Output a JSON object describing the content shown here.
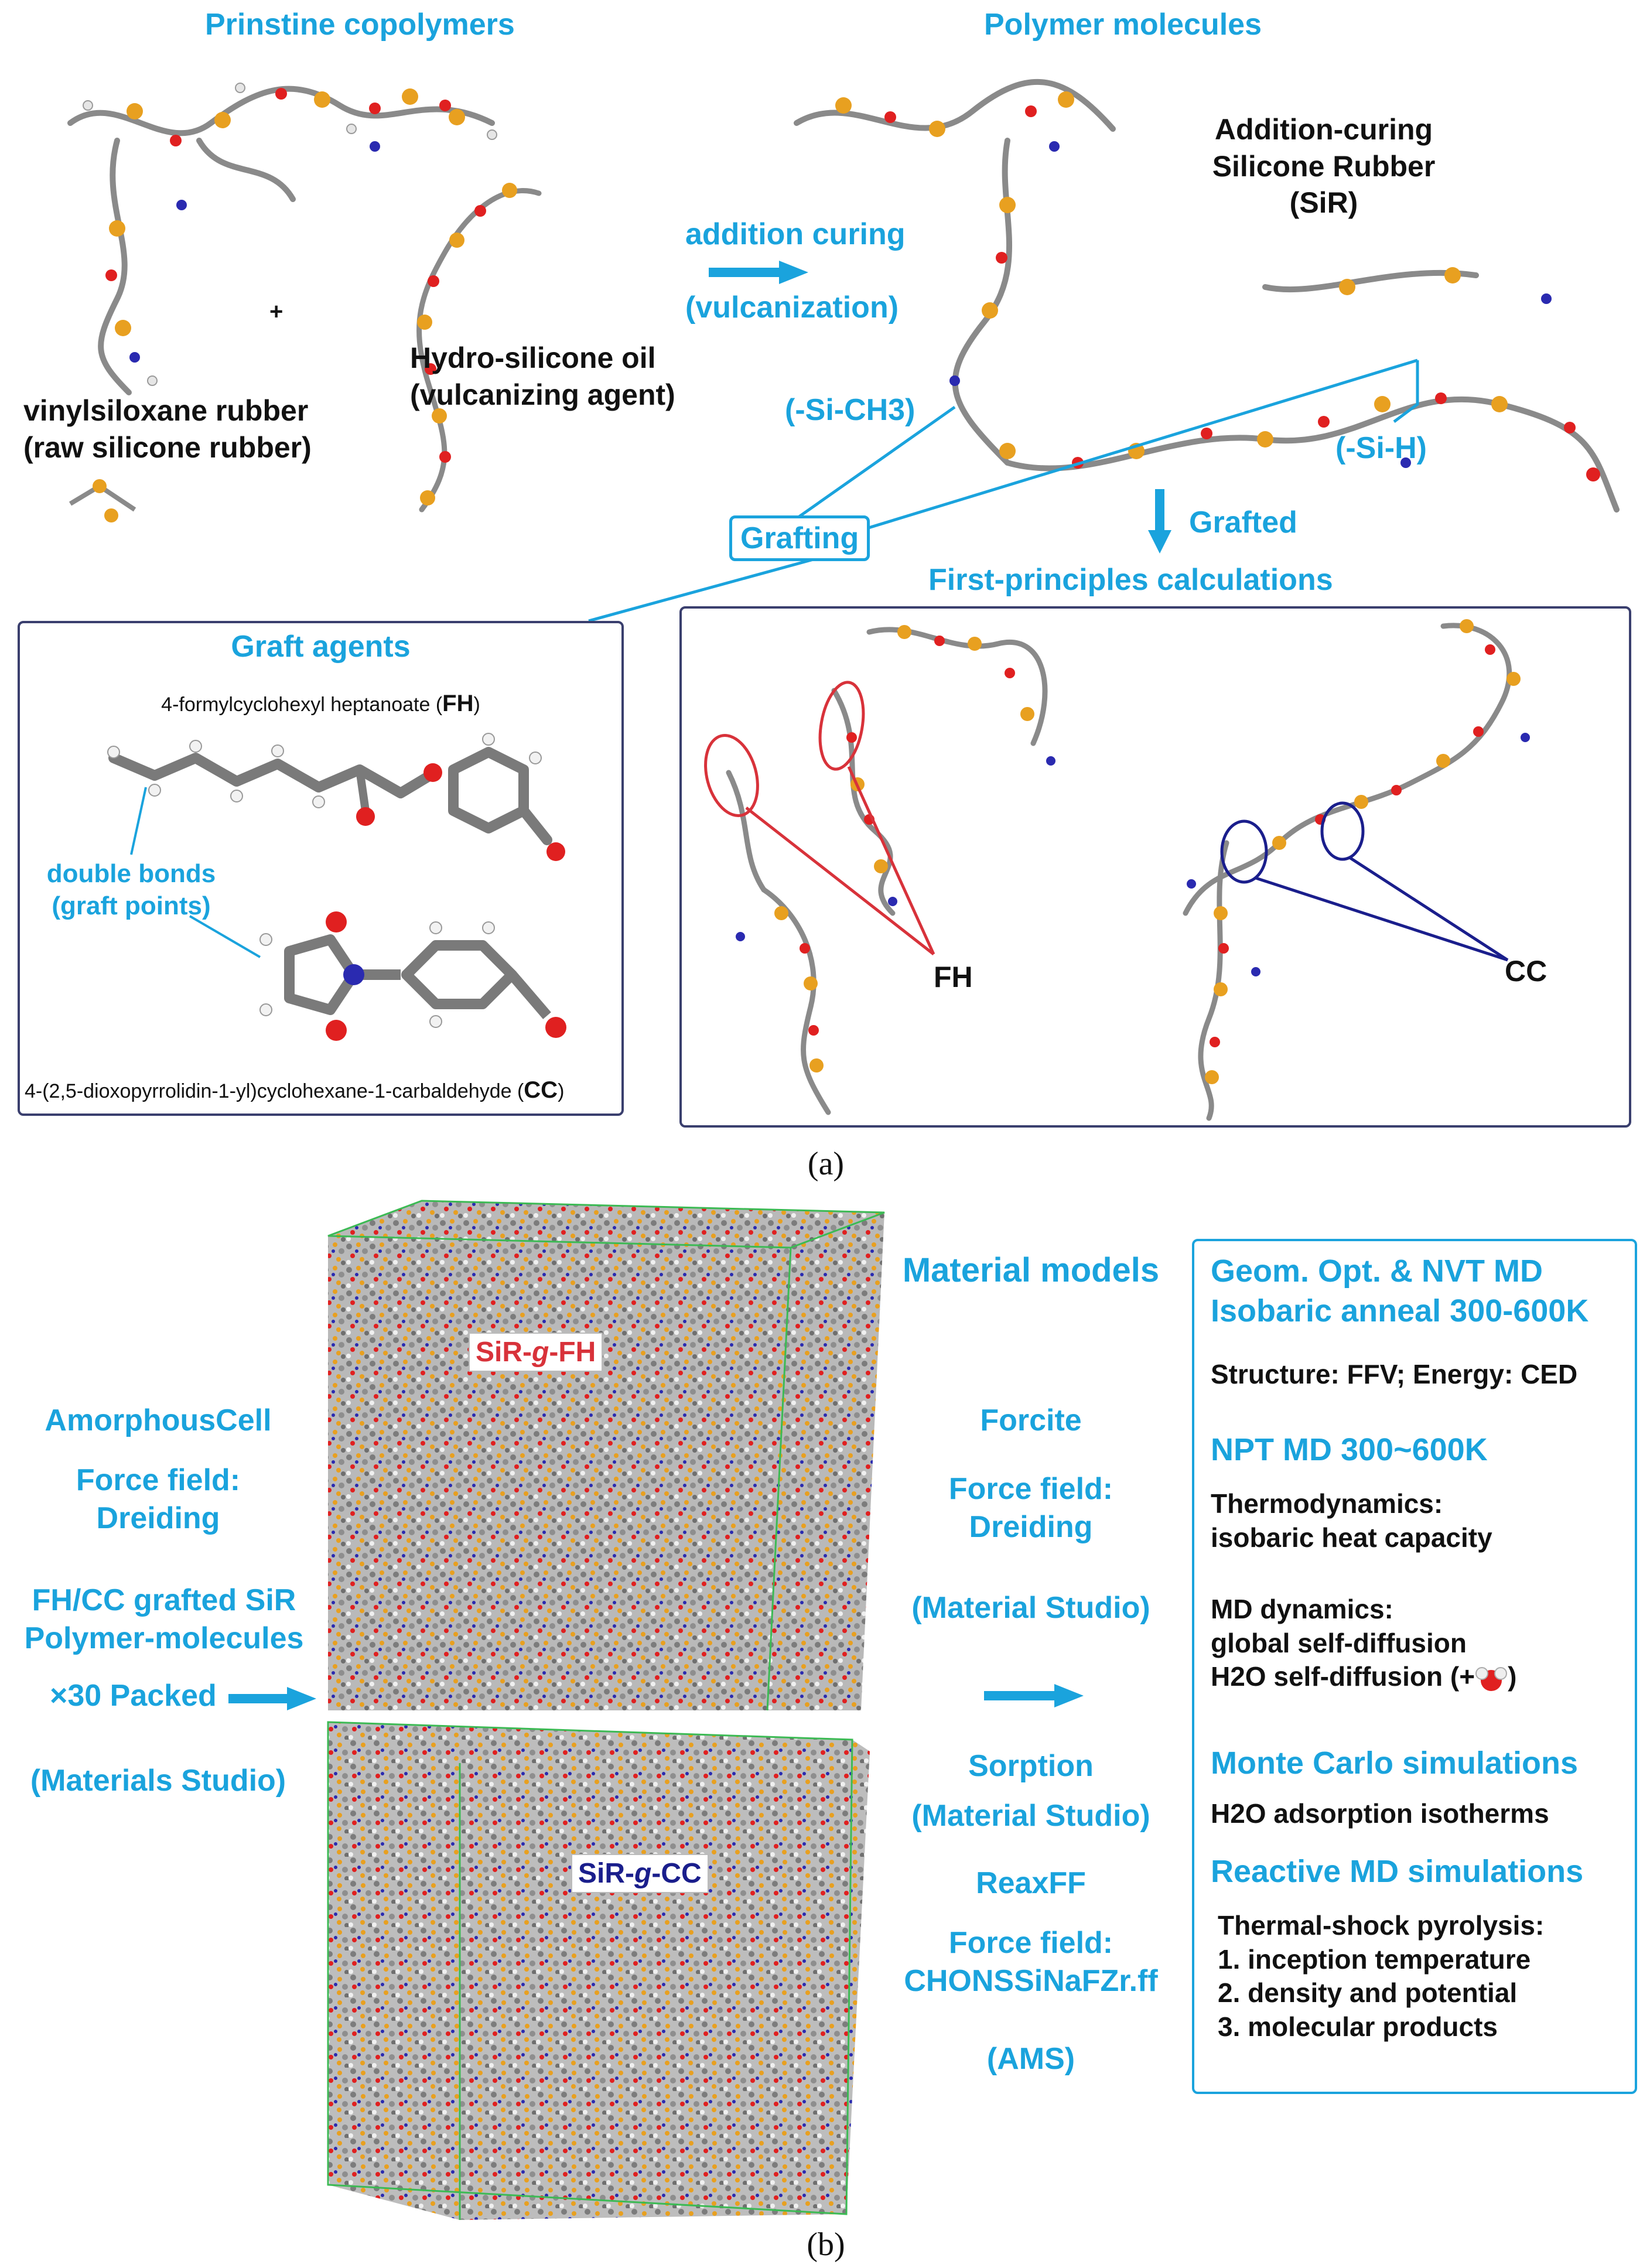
{
  "panel_a": {
    "title_left": "Prinstine copolymers",
    "title_right": "Polymer molecules",
    "plus": "+",
    "vinyl_line1": "vinylsiloxane rubber",
    "vinyl_line2": "(raw silicone rubber)",
    "hydro_line1": "Hydro-silicone oil",
    "hydro_line2": "(vulcanizing agent)",
    "curing_line1": "addition curing",
    "curing_line2": "(vulcanization)",
    "sir_line1": "Addition-curing",
    "sir_line2": "Silicone Rubber",
    "sir_line3": "(SiR)",
    "sich3": "(-Si-CH3)",
    "sih": "(-Si-H)",
    "grafting": "Grafting",
    "grafted": "Grafted",
    "first_principles": "First-principles calculations",
    "graft_agents": "Graft agents",
    "fh_name_prefix": "4-formylcyclohexyl heptanoate (",
    "fh_abbr": "FH",
    "fh_name_suffix": ")",
    "double_bonds_line1": "double bonds",
    "double_bonds_line2": "(graft points)",
    "cc_name_prefix": "4-(2,5-dioxopyrrolidin-1-yl)cyclohexane-1-carbaldehyde (",
    "cc_abbr": "CC",
    "cc_name_suffix": ")",
    "fh_label": "FH",
    "cc_label": "CC",
    "caption": "(a)"
  },
  "panel_b": {
    "sir_fh_prefix": "SiR-",
    "sir_fh_g": "g",
    "sir_fh_suffix": "-FH",
    "sir_cc_prefix": "SiR-",
    "sir_cc_g": "g",
    "sir_cc_suffix": "-CC",
    "left": {
      "amorphous": "AmorphousCell",
      "ff_line1": "Force field:",
      "ff_line2": "Dreiding",
      "grafted_line1": "FH/CC grafted SiR",
      "grafted_line2": "Polymer-molecules",
      "packed": "×30 Packed",
      "ms": "(Materials Studio)"
    },
    "middle": {
      "material_models": "Material models",
      "forcite": "Forcite",
      "ff_line1": "Force field:",
      "ff_line2": "Dreiding",
      "ms1": "(Material Studio)",
      "sorption": "Sorption",
      "ms2": "(Material Studio)",
      "reaxff": "ReaxFF",
      "ff3_line1": "Force field:",
      "ff3_line2": "CHONSSiNaFZr.ff",
      "ams": "(AMS)"
    },
    "right": {
      "geom_line1": "Geom. Opt. & NVT MD",
      "geom_line2": "Isobaric anneal 300-600K",
      "structure": "Structure: FFV; Energy: CED",
      "npt": "NPT MD 300~600K",
      "thermo_line1": "Thermodynamics:",
      "thermo_line2": "isobaric heat capacity",
      "md_line1": "MD dynamics:",
      "md_line2": "global self-diffusion",
      "md_line3": "H2O self-diffusion (+",
      "md_line3_end": ")",
      "mc": "Monte Carlo simulations",
      "h2o_ads": "H2O adsorption isotherms",
      "reactive": "Reactive MD simulations",
      "pyro": "Thermal-shock pyrolysis:",
      "p1": "1. inception temperature",
      "p2": "2. density and potential",
      "p3": "3. molecular products"
    },
    "caption": "(b)"
  },
  "colors": {
    "accent_cyan": "#1aa3dd",
    "frame_navy": "#3a3f6e",
    "fh_red": "#d8323a",
    "cc_blue": "#1a1e8c",
    "si_orange": "#e8a020",
    "o_red": "#e02020",
    "c_grey": "#8a8a8a"
  }
}
